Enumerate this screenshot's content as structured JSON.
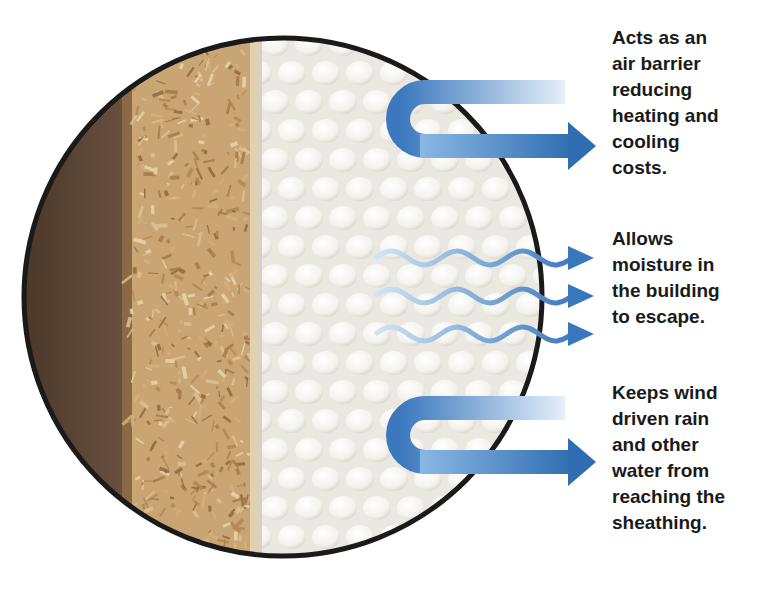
{
  "diagram": {
    "labels": [
      "Acts as an air barrier reducing heating and cooling costs.",
      "Allows moisture in the building to escape.",
      "Keeps wind driven rain and other water from reaching the sheathing."
    ]
  }
}
